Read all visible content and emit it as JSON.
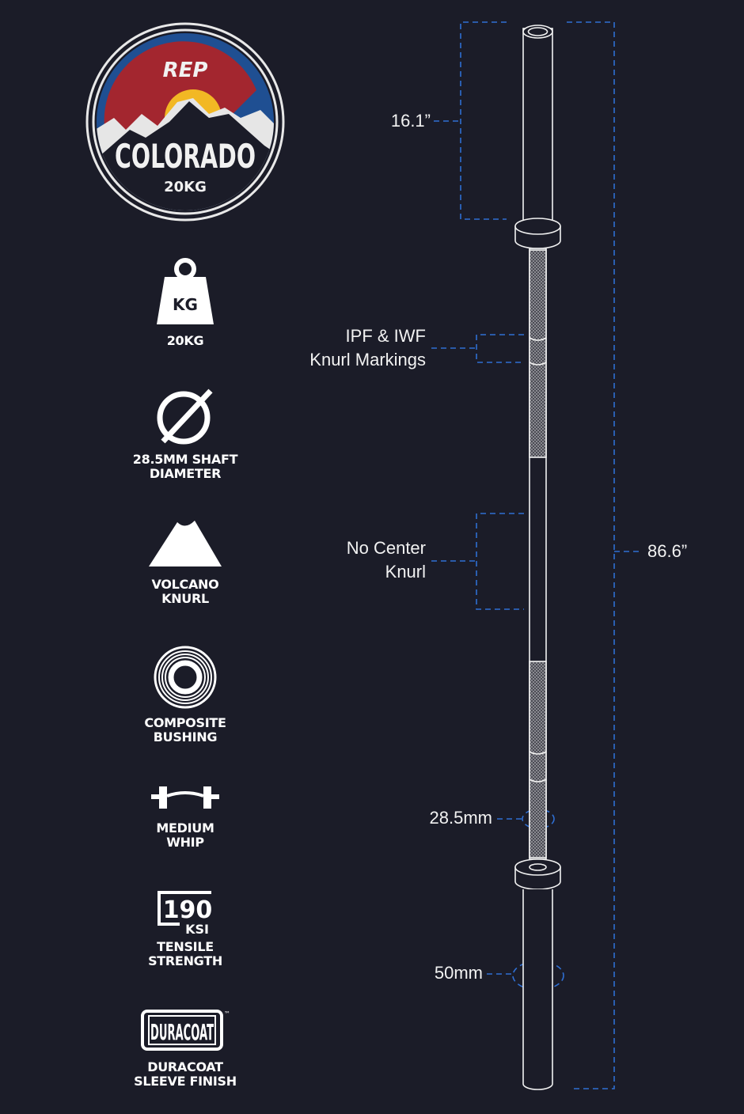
{
  "logo": {
    "brand": "REP",
    "name": "COLORADO",
    "weight_num": "20",
    "weight_unit": "KG"
  },
  "features": [
    {
      "icon": "weight-icon",
      "icon_text": "KG",
      "label": "20KG"
    },
    {
      "icon": "diameter-icon",
      "label": "28.5MM SHAFT\nDIAMETER"
    },
    {
      "icon": "volcano-icon",
      "label": "VOLCANO\nKNURL"
    },
    {
      "icon": "bushing-icon",
      "label": "COMPOSITE\nBUSHING"
    },
    {
      "icon": "barbell-whip-icon",
      "label": "MEDIUM\nWHIP"
    },
    {
      "icon": "tensile-icon",
      "icon_text": "190",
      "icon_subtext": "KSI",
      "label": "TENSILE\nSTRENGTH"
    },
    {
      "icon": "duracoat-icon",
      "icon_text": "DURACOAT",
      "icon_tm": "™",
      "label": "DURACOAT\nSLEEVE FINISH"
    }
  ],
  "dimensions": {
    "sleeve_length": "16.1”",
    "knurl_markings": "IPF & IWF\nKnurl Markings",
    "center_knurl": "No Center\nKnurl",
    "total_length": "86.6”",
    "shaft_diameter": "28.5mm",
    "sleeve_diameter": "50mm"
  },
  "colors": {
    "background": "#1b1c28",
    "dash": "#2f6fd3",
    "logo_red": "#a3262f",
    "logo_blue": "#1f4f92",
    "logo_gold": "#f2b824"
  }
}
